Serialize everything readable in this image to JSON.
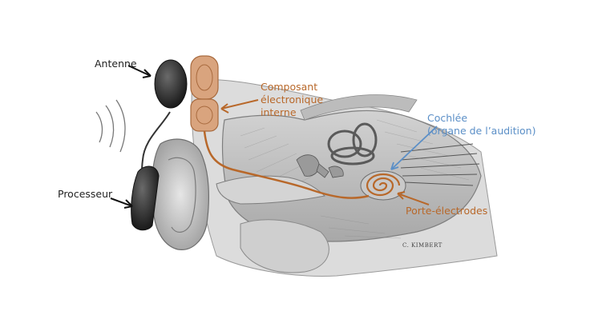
{
  "labels": {
    "antenne": "Antenne",
    "processeur": "Processeur",
    "composant_line1": "Composant",
    "composant_line2": "électronique",
    "composant_line3": "interne",
    "cochlee_line1": "Cochlée",
    "cochlee_line2": "(organe de l’audition)",
    "porte_electrodes": "Porte-électrodes"
  },
  "signature": "C. KIMBERT",
  "colors": {
    "orange_label": "#b8682a",
    "blue_label": "#5b8fc7",
    "black_label": "#222222",
    "implant_fill": "#d9a47e",
    "device_dark": "#2a2a2a"
  }
}
